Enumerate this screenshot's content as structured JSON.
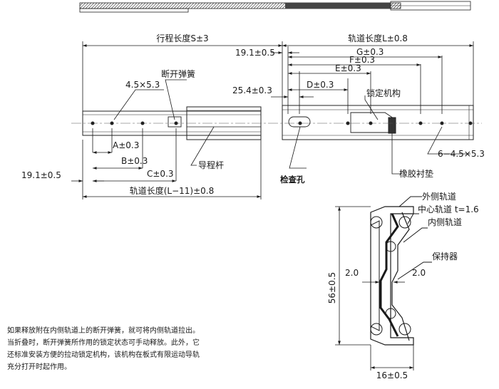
{
  "top_view": {
    "stroke_length": "行程长度S±3",
    "rail_length": "轨道长度L±0.8",
    "offset_top": "19.1±0.5",
    "dim_G": "G±0.3",
    "dim_F": "F±0.3",
    "dim_E": "E±0.3",
    "dim_D": "D±0.3",
    "dim_254": "25.4±0.3",
    "hole_45x53": "4.5×5.3",
    "release_spring": "断开弹簧",
    "lock_mechanism": "锁定机构",
    "dim_A": "A±0.3",
    "dim_B": "B±0.3",
    "dim_C": "C±0.3",
    "offset_bottom": "19.1±0.5",
    "rail_length_bottom": "轨道长度(L−11)±0.8",
    "guide_rod": "导程杆",
    "inspection_hole": "检查孔",
    "rubber_pad": "橡胶衬垫",
    "holes_6x": "6−4.5×5.3"
  },
  "section_view": {
    "outer_rail": "外侧轨道",
    "center_rail": "中心轨道 t=1.6",
    "inner_rail": "内侧轨道",
    "retainer": "保持器",
    "gap_left": "2.0",
    "gap_right": "2.0",
    "height": "56±0.5",
    "width": "16±0.5"
  },
  "note": [
    "如果释放附在内侧轨道上的断开弹簧，就可将内侧轨道拉出。",
    "当折叠时，断开弹簧所作用的锁定状态可手动释放。此外，它",
    "还标准安装方便的拉动锁定机构，该机构在板式有限运动导轨",
    "充分打开时起作用。"
  ]
}
